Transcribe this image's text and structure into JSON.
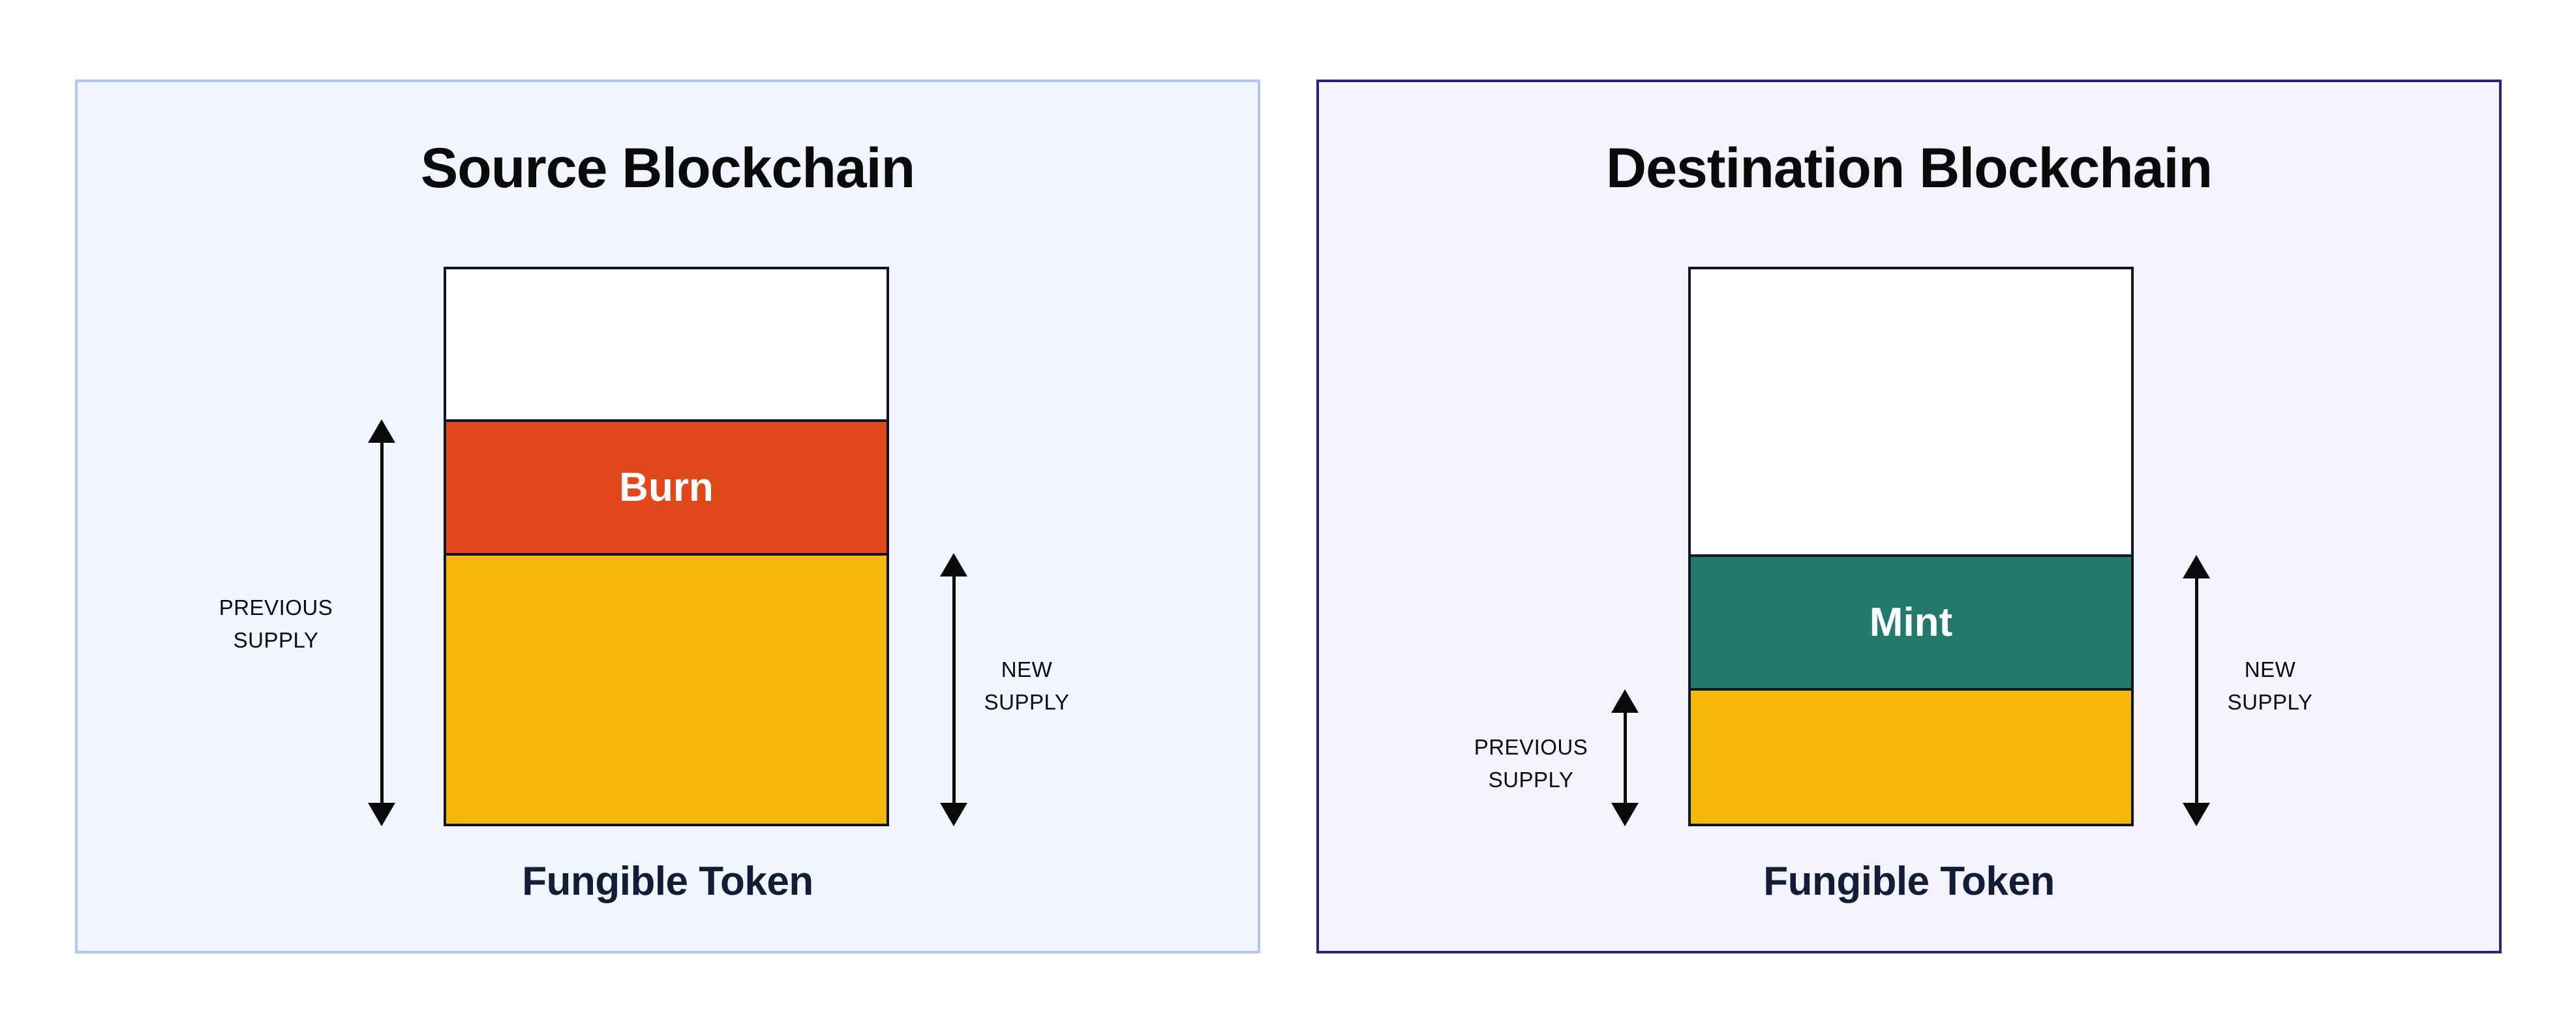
{
  "colors": {
    "page_bg": "#FFFFFF",
    "source_panel_bg": "#F1F5FD",
    "source_panel_border": "#AFC5F2",
    "destination_panel_bg": "#F4F2FB",
    "destination_panel_border": "#33207A",
    "bar_outline": "#0E1526",
    "unfilled_white": "#FFFFFF",
    "burn": "#E0481B",
    "mint": "#23796C",
    "supply_yellow": "#F6B80D",
    "arrow_black": "#0A0A0A",
    "caption_text": "#141D37",
    "segment_label_text": "#FFFFFF"
  },
  "icons": {
    "previous_supply_arrow": "double-headed-vertical-arrow",
    "new_supply_arrow": "double-headed-vertical-arrow"
  },
  "panels": [
    {
      "title": "Source Blockchain",
      "caption": "Fungible Token",
      "bar_segments": {
        "top": "",
        "middle": "Burn",
        "bottom": ""
      },
      "arrow_labels": {
        "previous": {
          "line1": "PREVIOUS",
          "line2": "SUPPLY"
        },
        "new": {
          "line1": "NEW",
          "line2": "SUPPLY"
        }
      }
    },
    {
      "title": "Destination Blockchain",
      "caption": "Fungible Token",
      "bar_segments": {
        "top": "",
        "middle": "Mint",
        "bottom": ""
      },
      "arrow_labels": {
        "previous": {
          "line1": "PREVIOUS",
          "line2": "SUPPLY"
        },
        "new": {
          "line1": "NEW",
          "line2": "SUPPLY"
        }
      }
    }
  ]
}
